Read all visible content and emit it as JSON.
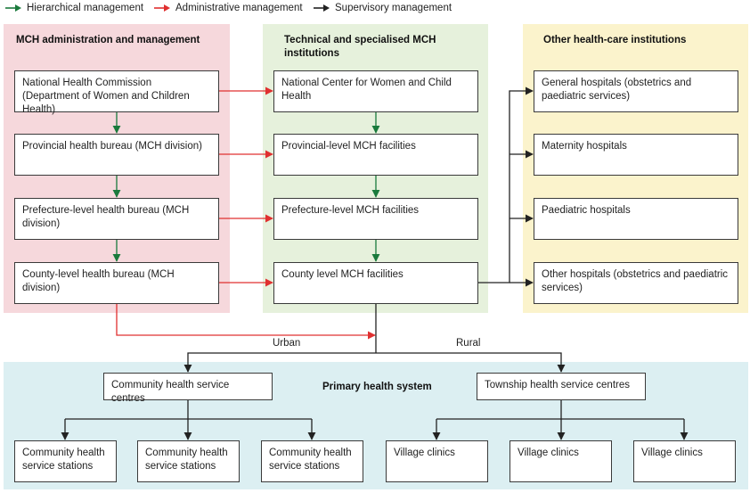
{
  "legend": {
    "hierarchical": "Hierarchical management",
    "administrative": "Administrative management",
    "supervisory": "Supervisory management"
  },
  "colors": {
    "hierarchical": "#1a7a3c",
    "administrative": "#e03030",
    "supervisory": "#222222",
    "panel_admin": "#f6d8dc",
    "panel_tech": "#e6f1dc",
    "panel_other": "#fbf3cc",
    "panel_primary": "#dceff2"
  },
  "panels": {
    "admin": "MCH administration and management",
    "tech": "Technical and specialised MCH institutions",
    "other": "Other health-care institutions",
    "primary": "Primary health system"
  },
  "admin_boxes": [
    "National Health Commission (Department of Women and Children Health)",
    "Provincial health bureau (MCH division)",
    "Prefecture-level health bureau (MCH division)",
    "County-level health bureau (MCH division)"
  ],
  "tech_boxes": [
    "National Center for Women and Child Health",
    "Provincial-level MCH facilities",
    "Prefecture-level MCH facilities",
    "County level MCH facilities"
  ],
  "other_boxes": [
    "General hospitals (obstetrics and paediatric services)",
    "Maternity hospitals",
    "Paediatric hospitals",
    "Other hospitals (obstetrics and paediatric services)"
  ],
  "branches": {
    "urban": "Urban",
    "rural": "Rural"
  },
  "primary": {
    "community_centres": "Community health service centres",
    "township_centres": "Township health service centres",
    "stations": [
      "Community health service stations",
      "Community health service stations",
      "Community health service stations"
    ],
    "clinics": [
      "Village clinics",
      "Village clinics",
      "Village clinics"
    ]
  }
}
